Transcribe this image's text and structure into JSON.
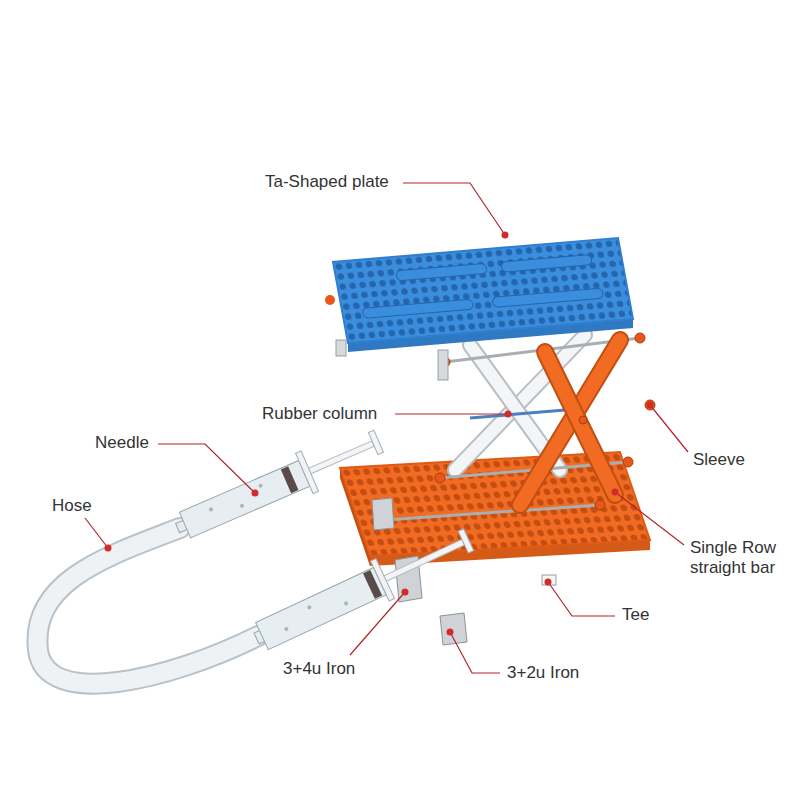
{
  "diagram": {
    "labels": [
      "Ta-Shaped plate",
      "Rubber column",
      "Needle",
      "Sleeve",
      "Hose",
      "Single Row straight bar",
      "Tee",
      "3+4u Iron",
      "3+2u Iron"
    ]
  }
}
